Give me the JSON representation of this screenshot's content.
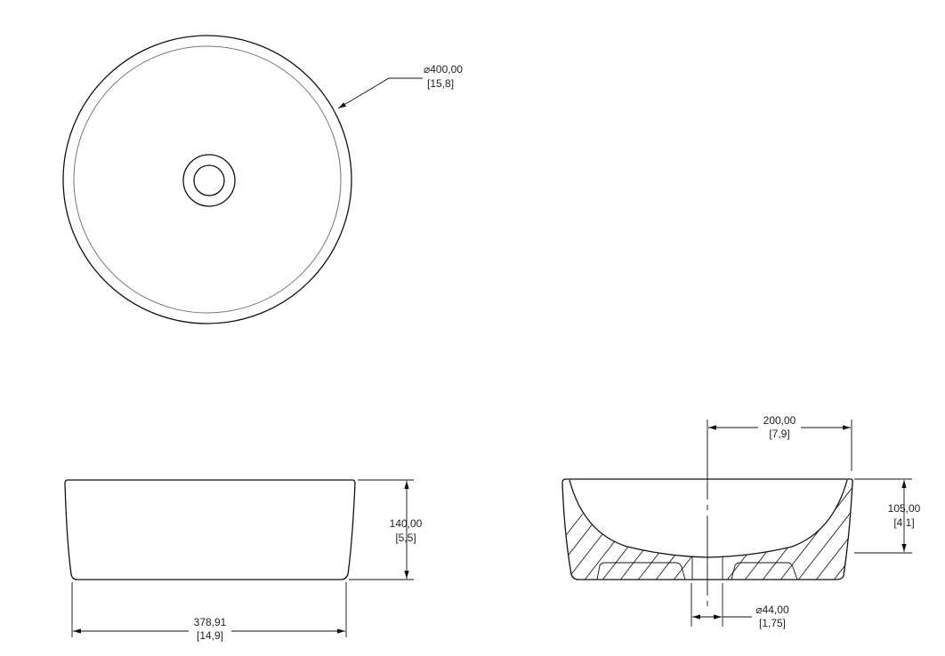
{
  "top_view": {
    "diameter_label": "⌀400,00",
    "diameter_inch": "[15,8]"
  },
  "side_view": {
    "height_label": "140,00",
    "height_inch": "[5,5]",
    "width_label": "378,91",
    "width_inch": "[14,9]"
  },
  "section_view": {
    "radius_label": "200,00",
    "radius_inch": "[7,9]",
    "depth_label": "105,00",
    "depth_inch": "[4,1]",
    "drain_label": "⌀44,00",
    "drain_inch": "[1,75]"
  }
}
